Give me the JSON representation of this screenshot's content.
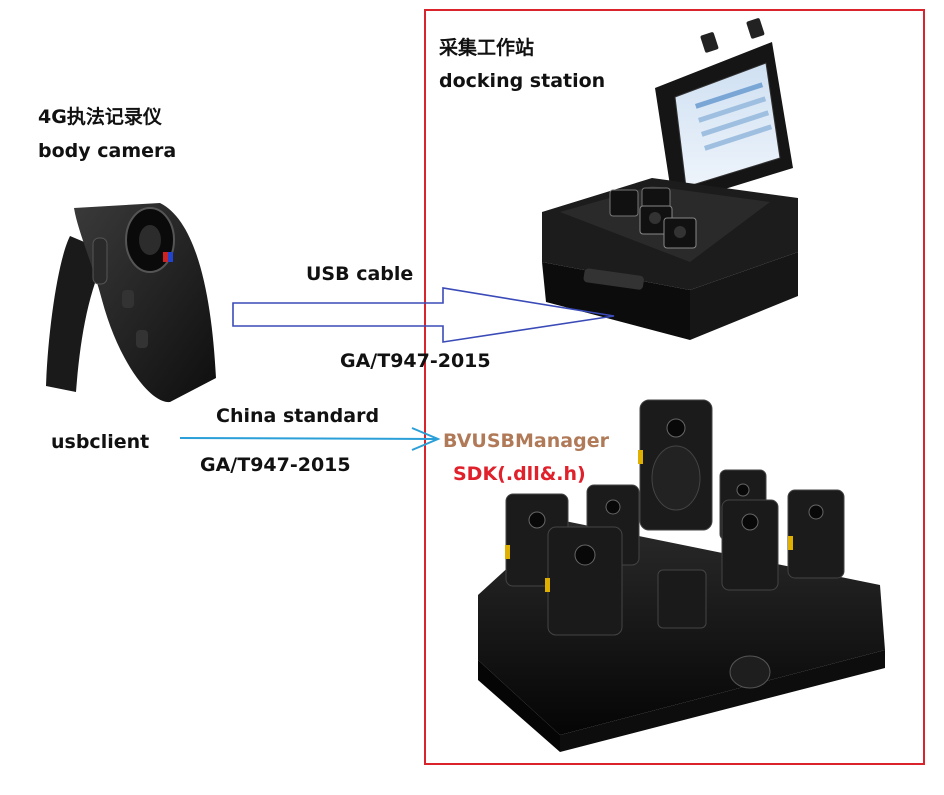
{
  "body_camera": {
    "cn": "4G执法记录仪",
    "en": "body camera"
  },
  "docking_station": {
    "cn": "采集工作站",
    "en": "docking station"
  },
  "usb_link": {
    "label": "USB cable",
    "standard": "GA/T947-2015"
  },
  "client_link": {
    "client": "usbclient",
    "label": "China standard",
    "standard": "GA/T947-2015"
  },
  "sdk": {
    "manager": "BVUSBManager",
    "sdk": "SDK(.dll&.h)"
  },
  "colors": {
    "frame": "#d9232d",
    "usb_arrow": "#3a4bb8",
    "client_arrow": "#2a9fd8",
    "manager_text": "#b07a58",
    "sdk_text": "#e0202a"
  }
}
